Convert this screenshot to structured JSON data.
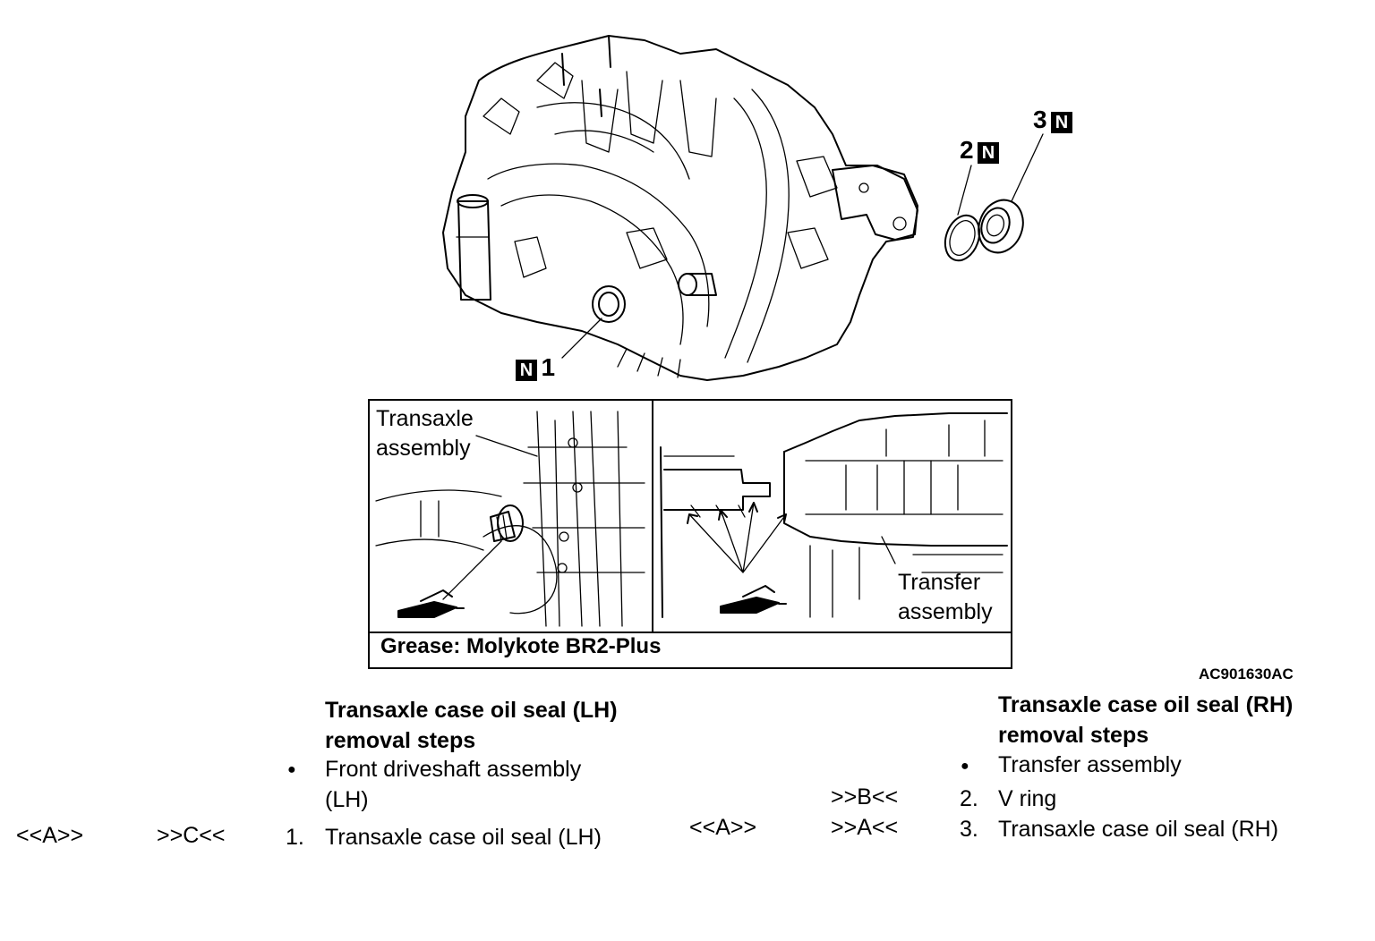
{
  "main_figure": {
    "callouts": [
      {
        "num": "1",
        "badge": "N"
      },
      {
        "num": "2",
        "badge": "N"
      },
      {
        "num": "3",
        "badge": "N"
      }
    ]
  },
  "inset": {
    "left_label_line1": "Transaxle",
    "left_label_line2": "assembly",
    "right_label_line1": "Transfer",
    "right_label_line2": "assembly",
    "grease_caption": "Grease: Molykote BR2-Plus"
  },
  "figure_code": "AC901630AC",
  "lh_section": {
    "title_line1": "Transaxle case oil seal (LH)",
    "title_line2": "removal steps",
    "prereq_line1": "Front driveshaft assembly",
    "prereq_line2": "(LH)",
    "steps": [
      {
        "removal_code": "<<A>>",
        "install_code": ">>C<<",
        "num": "1.",
        "text": "Transaxle case oil seal (LH)"
      }
    ]
  },
  "rh_section": {
    "title_line1": "Transaxle case oil seal (RH)",
    "title_line2": "removal steps",
    "prereq": "Transfer assembly",
    "steps": [
      {
        "removal_code": "",
        "install_code": ">>B<<",
        "num": "2.",
        "text": "V ring"
      },
      {
        "removal_code": "<<A>>",
        "install_code": ">>A<<",
        "num": "3.",
        "text": "Transaxle case oil seal (RH)"
      }
    ]
  },
  "bullet_glyph": "●"
}
